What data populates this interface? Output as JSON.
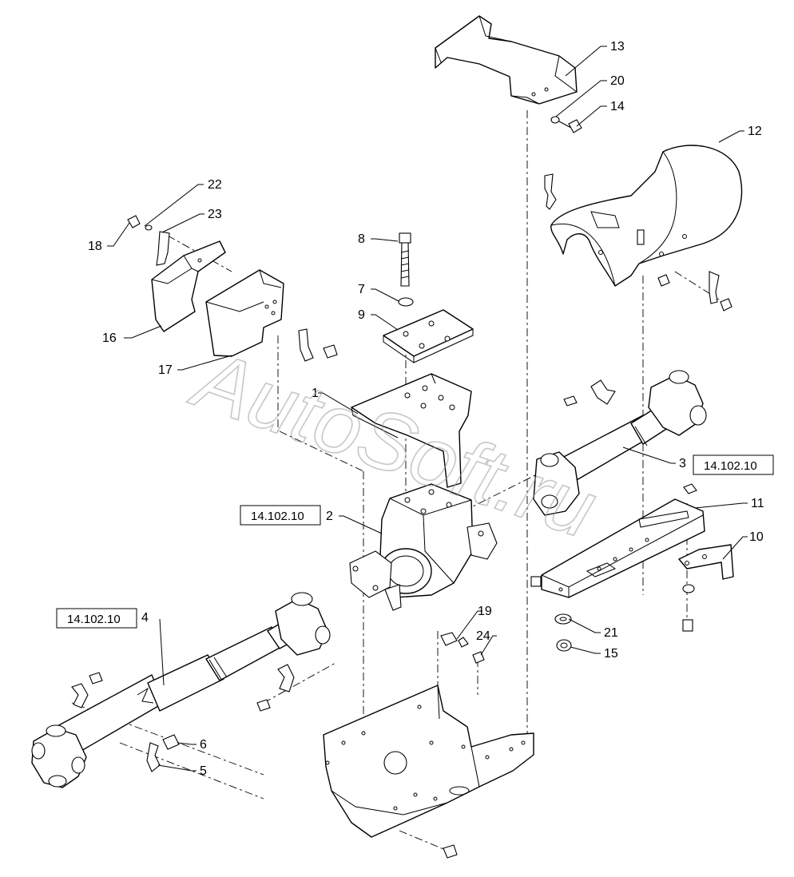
{
  "watermark": "AutoSoft.ru",
  "callouts": [
    {
      "id": "c1",
      "text": "1"
    },
    {
      "id": "c2",
      "text": "2"
    },
    {
      "id": "c3",
      "text": "3"
    },
    {
      "id": "c4",
      "text": "4"
    },
    {
      "id": "c5",
      "text": "5"
    },
    {
      "id": "c6",
      "text": "6"
    },
    {
      "id": "c7",
      "text": "7"
    },
    {
      "id": "c8",
      "text": "8"
    },
    {
      "id": "c9",
      "text": "9"
    },
    {
      "id": "c10",
      "text": "10"
    },
    {
      "id": "c11",
      "text": "11"
    },
    {
      "id": "c12",
      "text": "12"
    },
    {
      "id": "c13",
      "text": "13"
    },
    {
      "id": "c14",
      "text": "14"
    },
    {
      "id": "c15",
      "text": "15"
    },
    {
      "id": "c16",
      "text": "16"
    },
    {
      "id": "c17",
      "text": "17"
    },
    {
      "id": "c18",
      "text": "18"
    },
    {
      "id": "c19",
      "text": "19"
    },
    {
      "id": "c20",
      "text": "20"
    },
    {
      "id": "c21",
      "text": "21"
    },
    {
      "id": "c22",
      "text": "22"
    },
    {
      "id": "c23",
      "text": "23"
    },
    {
      "id": "c24",
      "text": "24"
    }
  ],
  "references": [
    {
      "id": "ref-3",
      "text": "14.102.10"
    },
    {
      "id": "ref-2",
      "text": "14.102.10"
    },
    {
      "id": "ref-4",
      "text": "14.102.10"
    }
  ]
}
